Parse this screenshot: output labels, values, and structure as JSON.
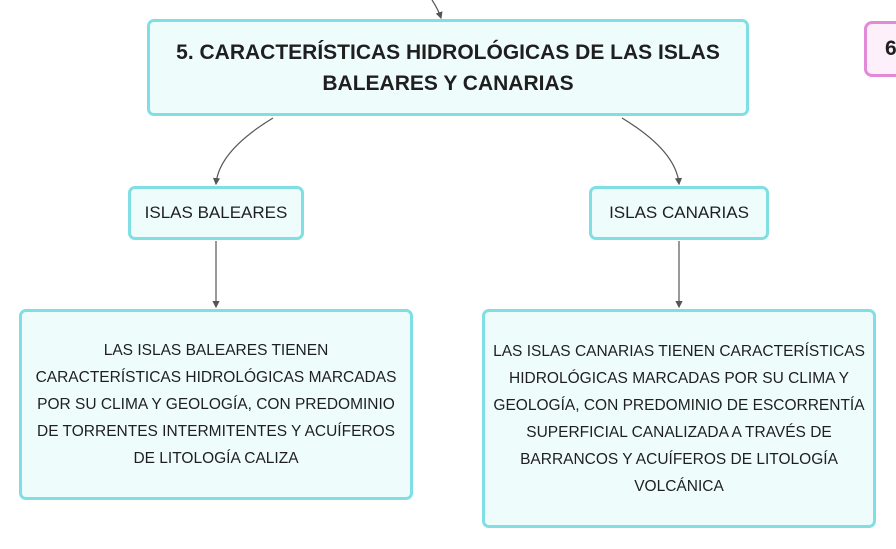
{
  "main_topic": {
    "title": "5. CARACTERÍSTICAS HIDROLÓGICAS DE LAS ISLAS BALEARES Y CANARIAS"
  },
  "branches": [
    {
      "label": "ISLAS BALEARES",
      "description": "LAS ISLAS BALEARES TIENEN CARACTERÍSTICAS HIDROLÓGICAS MARCADAS POR SU CLIMA Y GEOLOGÍA, CON PREDOMINIO DE TORRENTES INTERMITENTES Y ACUÍFEROS DE LITOLOGÍA CALIZA"
    },
    {
      "label": "ISLAS CANARIAS",
      "description": "LAS ISLAS CANARIAS TIENEN CARACTERÍSTICAS HIDROLÓGICAS MARCADAS POR SU CLIMA Y GEOLOGÍA, CON PREDOMINIO DE ESCORRENTÍA SUPERFICIAL CANALIZADA A TRAVÉS DE BARRANCOS Y ACUÍFEROS DE LITOLOGÍA VOLCÁNICA"
    }
  ],
  "next_topic": {
    "label_partial": "6"
  },
  "colors": {
    "node_border": "#7fdfe3",
    "node_fill": "#effcfc",
    "next_border": "#e28ad8",
    "next_fill": "#fdf0fb",
    "connector": "#555555"
  }
}
